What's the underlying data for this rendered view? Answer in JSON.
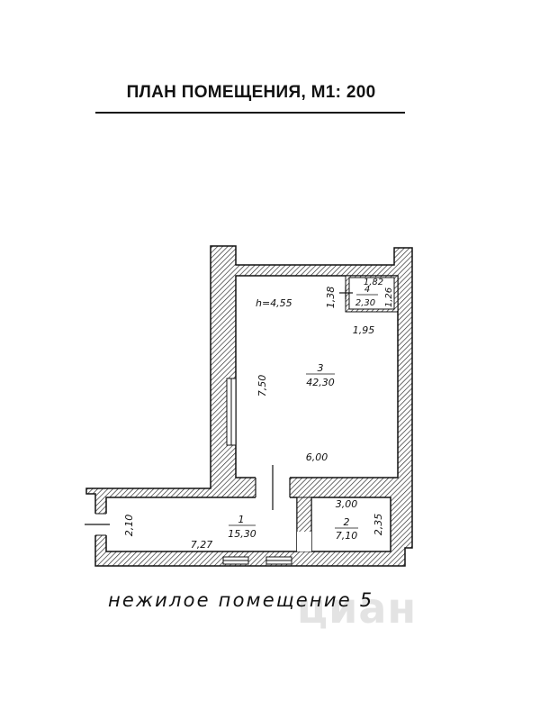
{
  "title": "ПЛАН ПОМЕЩЕНИЯ, М1: 200",
  "caption": "нежилое помещение 5",
  "watermark": "циан",
  "ceiling_height": "h=4,55",
  "rooms": [
    {
      "number": "1",
      "area": "15,30"
    },
    {
      "number": "2",
      "area": "7,10"
    },
    {
      "number": "3",
      "area": "42,30"
    },
    {
      "number": "4",
      "area": "2,30"
    }
  ],
  "dimensions": {
    "room3_height": "7,50",
    "room3_width": "6,00",
    "room3_right_offset": "1,95",
    "room4_height_left": "1,38",
    "room4_width": "1,82",
    "room4_height_right": "1,26",
    "room1_length": "7,27",
    "room1_height": "2,10",
    "room2_width": "3,00",
    "room2_height": "2,35"
  },
  "colors": {
    "ink": "#111111",
    "hatch": "#222222",
    "watermark": "#e3e3e3"
  }
}
